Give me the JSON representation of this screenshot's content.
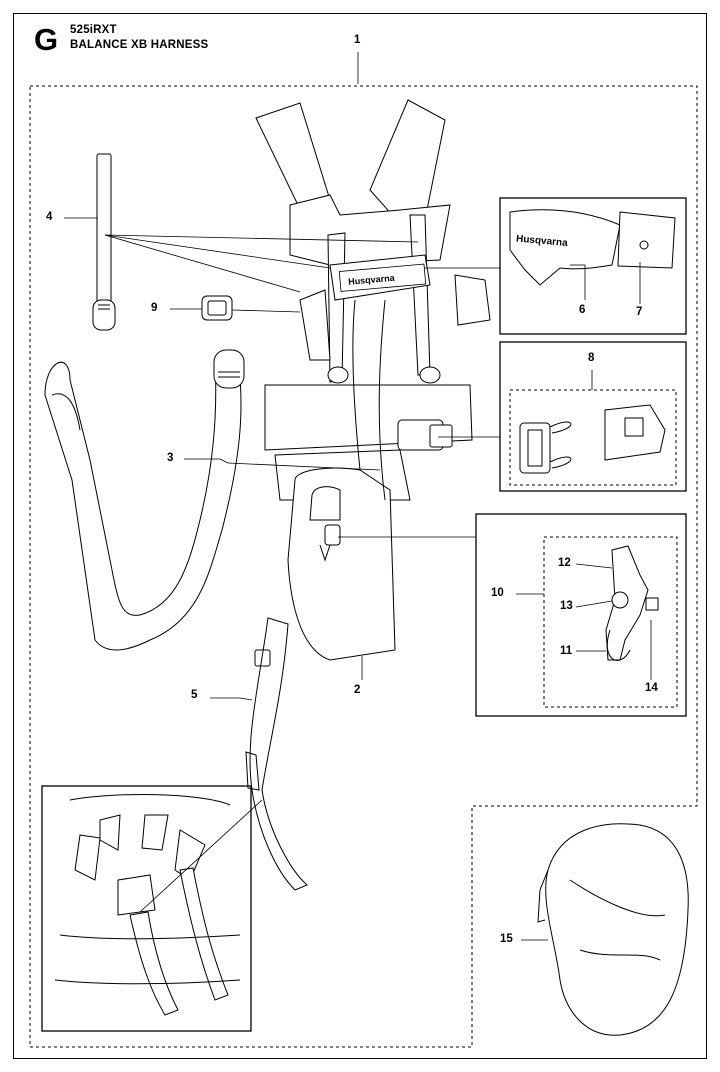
{
  "header": {
    "section_letter": "G",
    "model": "525iRXT",
    "title": "BALANCE XB HARNESS"
  },
  "brand": {
    "logo_text": "Husqvarna"
  },
  "callouts": [
    {
      "id": "1",
      "label": "1"
    },
    {
      "id": "2",
      "label": "2"
    },
    {
      "id": "3",
      "label": "3"
    },
    {
      "id": "4",
      "label": "4"
    },
    {
      "id": "5",
      "label": "5"
    },
    {
      "id": "6",
      "label": "6"
    },
    {
      "id": "7",
      "label": "7"
    },
    {
      "id": "8",
      "label": "8"
    },
    {
      "id": "9",
      "label": "9"
    },
    {
      "id": "10",
      "label": "10"
    },
    {
      "id": "11",
      "label": "11"
    },
    {
      "id": "12",
      "label": "12"
    },
    {
      "id": "13",
      "label": "13"
    },
    {
      "id": "14",
      "label": "14"
    },
    {
      "id": "15",
      "label": "15"
    }
  ]
}
